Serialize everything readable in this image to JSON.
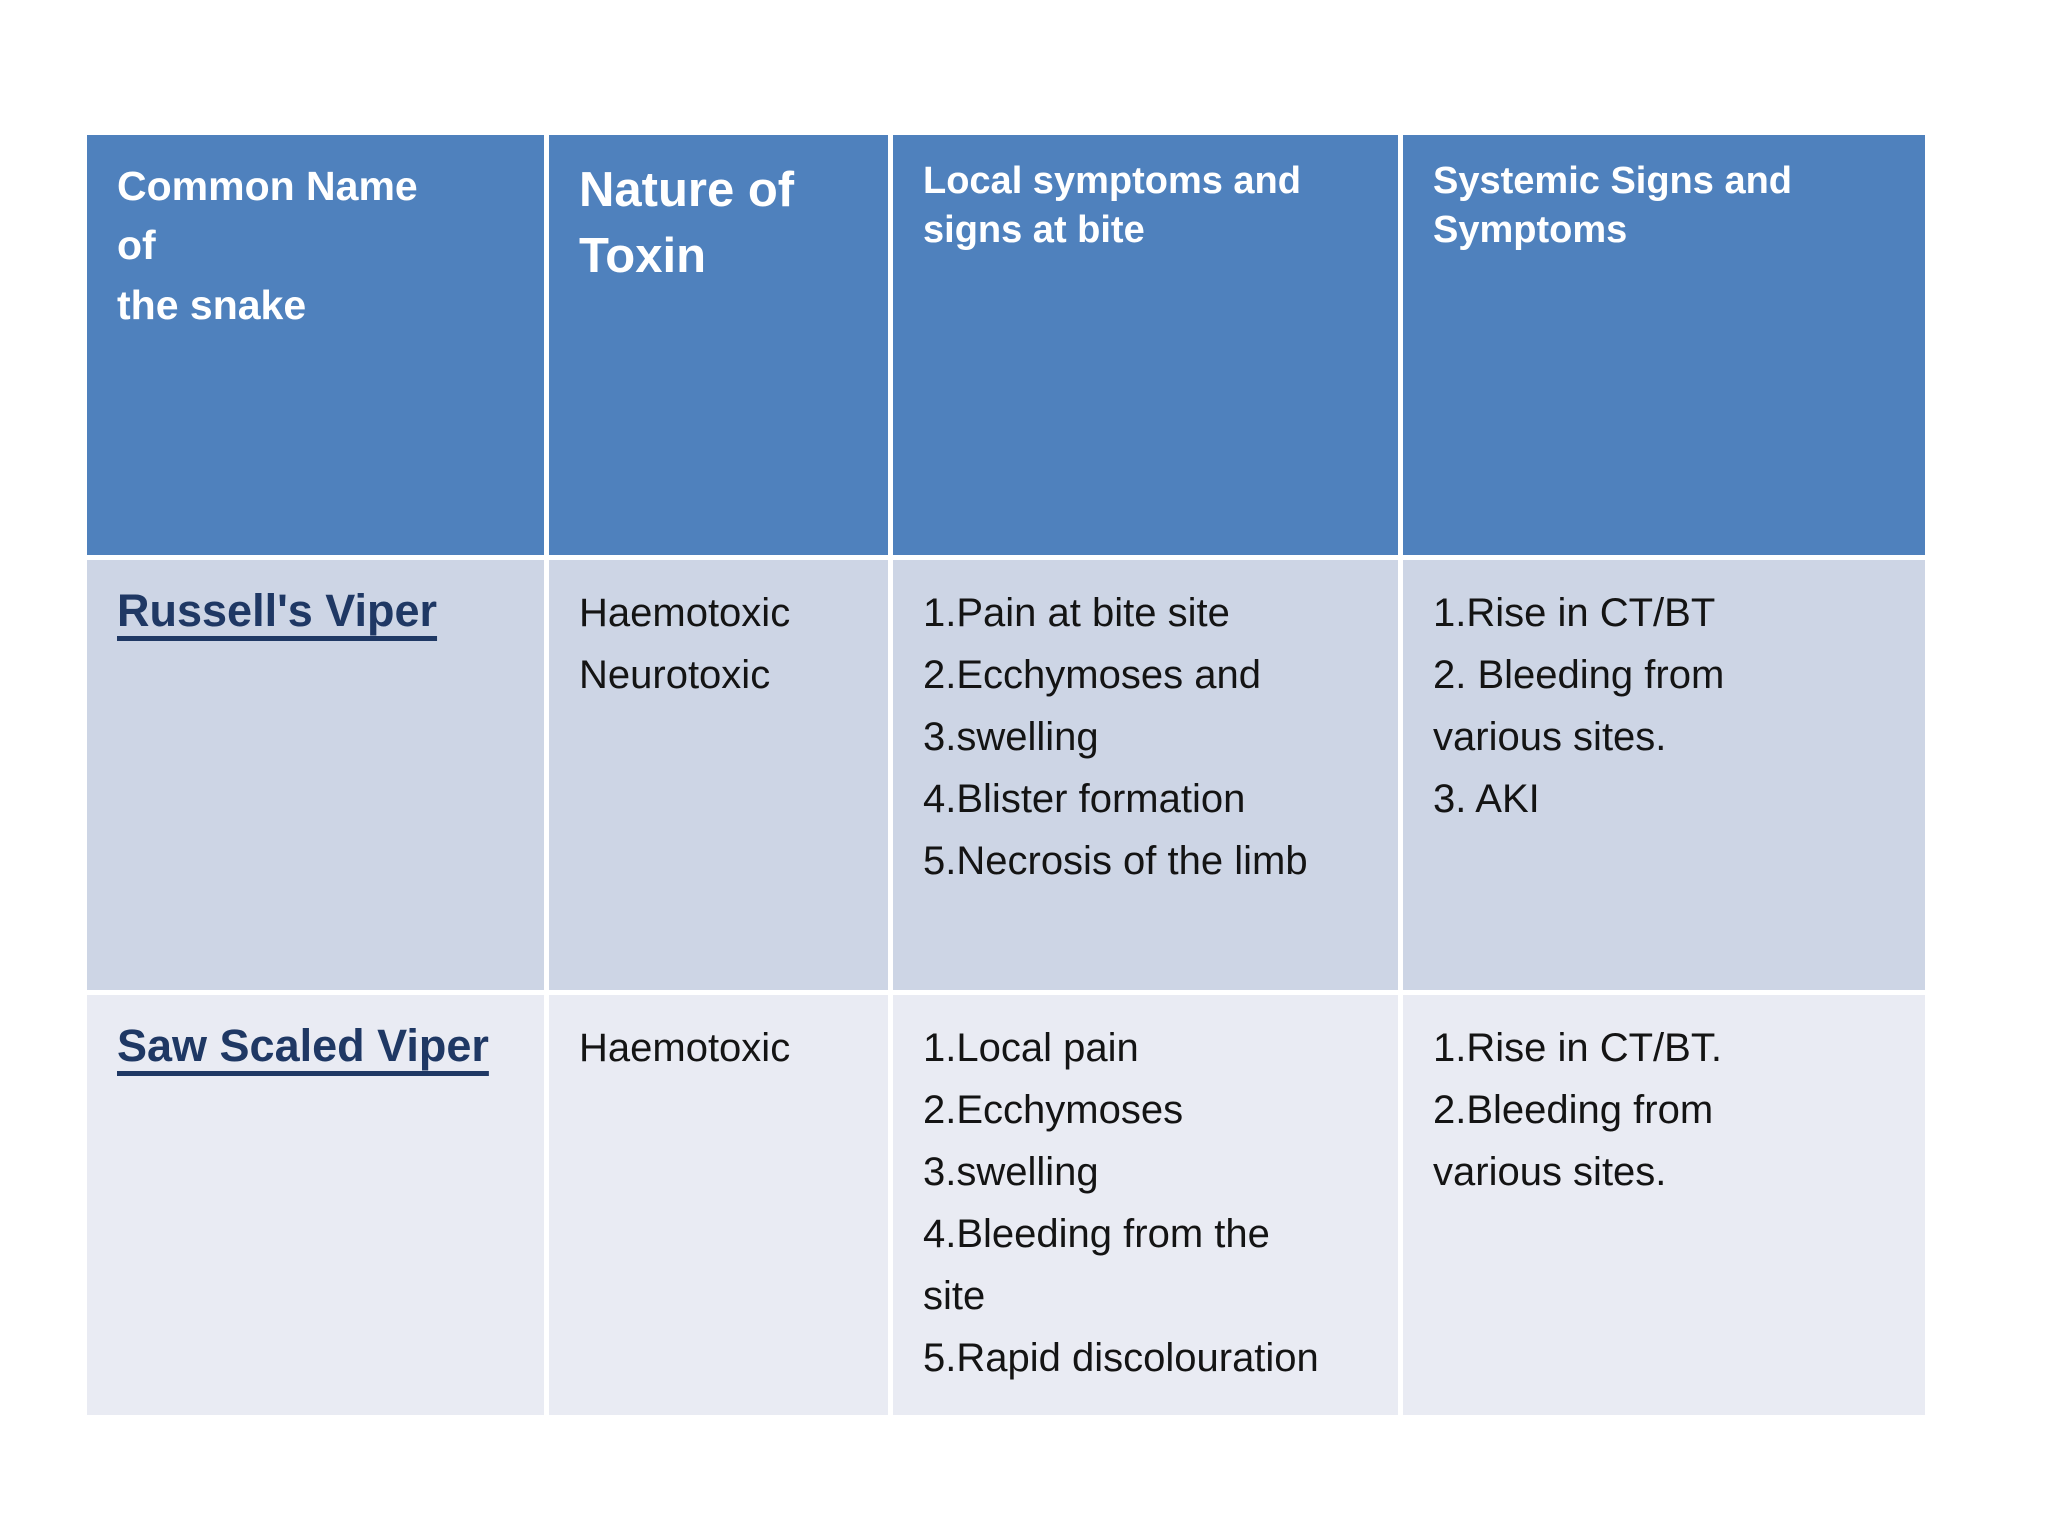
{
  "slide": {
    "kind": "presentation-table-slide",
    "background_color": "#ffffff",
    "colors": {
      "header_bg": "#4f81bd",
      "header_text": "#ffffff",
      "row_band_dark": "#cdd5e5",
      "row_band_light": "#e9ebf3",
      "snake_name_text": "#1f3864",
      "body_text": "#141414",
      "grid_divider": "#ffffff"
    },
    "table": {
      "columns": [
        "Common Name\nof\nthe snake",
        "Nature of\nToxin",
        "Local symptoms and\nsigns at bite",
        "Systemic Signs and\nSymptoms"
      ],
      "rows": [
        {
          "common_name": "Russell's Viper",
          "toxin": "Haemotoxic\nNeurotoxic",
          "local_symptoms": "1.Pain at bite site\n2.Ecchymoses and\n3.swelling\n4.Blister formation\n5.Necrosis of the limb",
          "systemic_signs": "1.Rise in CT/BT\n2. Bleeding from\nvarious sites.\n3. AKI"
        },
        {
          "common_name": "Saw Scaled Viper",
          "toxin": "Haemotoxic",
          "local_symptoms": "1.Local pain\n2.Ecchymoses\n3.swelling\n4.Bleeding from the\nsite\n5.Rapid discolouration",
          "systemic_signs": "1.Rise in CT/BT.\n2.Bleeding from\nvarious sites."
        }
      ]
    }
  }
}
